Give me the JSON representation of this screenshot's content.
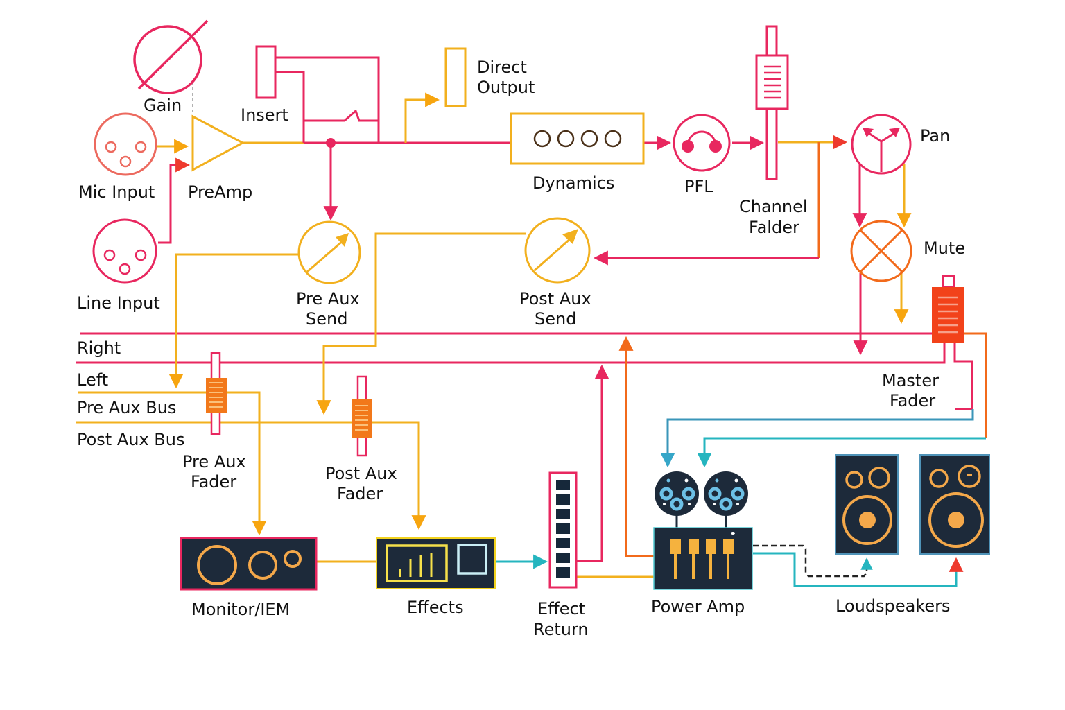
{
  "title": "Mixing Console Signal Flow",
  "colors": {
    "pink": "#e8275f",
    "yellow": "#f2b01e",
    "orange": "#f26a1b",
    "red_orange": "#f2421a",
    "teal": "#25b5bf",
    "blue": "#3a96b9",
    "navy": "#1d2a3a",
    "speaker_amber": "#f4a84a"
  },
  "labels": {
    "gain": "Gain",
    "mic_input": "Mic Input",
    "line_input": "Line Input",
    "preamp": "PreAmp",
    "insert": "Insert",
    "direct_output_1": "Direct",
    "direct_output_2": "Output",
    "dynamics": "Dynamics",
    "pfl": "PFL",
    "channel_fader_1": "Channel",
    "channel_fader_2": "Falder",
    "pan": "Pan",
    "mute": "Mute",
    "pre_aux_send_1": "Pre Aux",
    "pre_aux_send_2": "Send",
    "post_aux_send_1": "Post Aux",
    "post_aux_send_2": "Send",
    "bus_right": "Right",
    "bus_left": "Left",
    "bus_pre_aux": "Pre Aux Bus",
    "bus_post_aux": "Post Aux Bus",
    "pre_aux_fader_1": "Pre Aux",
    "pre_aux_fader_2": "Fader",
    "post_aux_fader_1": "Post Aux",
    "post_aux_fader_2": "Fader",
    "master_fader_1": "Master",
    "master_fader_2": "Fader",
    "monitor_iem": "Monitor/IEM",
    "effects": "Effects",
    "effect_return_1": "Effect",
    "effect_return_2": "Return",
    "power_amp": "Power Amp",
    "loudspeakers": "Loudspeakers"
  },
  "icons": {
    "gain": "phase-circle-icon",
    "mic_input": "xlr-connector-icon",
    "line_input": "xlr-connector-icon",
    "preamp": "amplifier-triangle-icon",
    "insert": "insert-jack-icon",
    "direct_output": "output-block-icon",
    "dynamics": "dynamics-processor-icon",
    "pfl": "headphones-icon",
    "channel_fader": "fader-icon",
    "pan": "pan-split-icon",
    "mute": "mute-cross-icon",
    "aux_send": "rotary-knob-icon",
    "master_fader": "fader-icon",
    "monitor": "monitor-speaker-icon",
    "effects": "effects-unit-icon",
    "effect_return": "meter-icon",
    "power_amp": "power-amp-icon",
    "loudspeaker": "loudspeaker-icon"
  }
}
